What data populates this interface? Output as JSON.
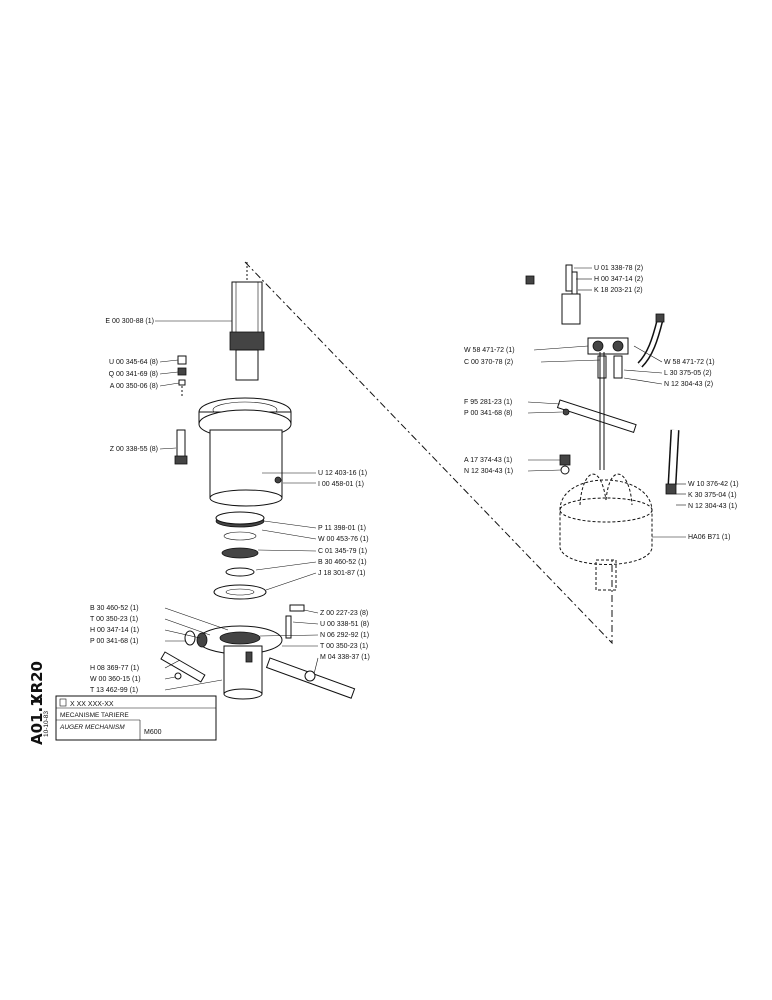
{
  "sheet": {
    "machine_code": "XR20",
    "page_ref": "A01.1",
    "date": "10-10-83",
    "part_number": "X XX XXX-XX",
    "title_fr": "MECANISME TARIERE",
    "title_en": "AUGER MECHANISM",
    "model": "M600"
  },
  "left_callouts": [
    "E 00 300-88 (1)",
    "U 00 345-64 (8)",
    "Q 00 341-69 (8)",
    "A 00 350-06 (8)",
    "Z 00 338-55 (8)",
    "U 12 403-16 (1)",
    "I 00 458-01 (1)",
    "P 11 398-01 (1)",
    "W 00 453-76 (1)",
    "C 01 345-79 (1)",
    "B 30 460-52 (1)",
    "J 18 301-87 (1)",
    "B 30 460-52 (1)",
    "T 00 350-23 (1)",
    "H 00 347-14 (1)",
    "P 00 341-68 (1)",
    "Z 00 227-23 (8)",
    "U 00 338-51 (8)",
    "N 06 292-92 (1)",
    "T 00 350-23 (1)",
    "M 04 338-37 (1)",
    "H 08 369-77 (1)",
    "W 00 360-15 (1)",
    "T 13 462-99 (1)"
  ],
  "right_callouts": [
    "U 01 338-78 (2)",
    "H 00 347-14 (2)",
    "K 18 203-21 (2)",
    "W 58 471-72 (1)",
    "C 00 370-78 (2)",
    "W 58 471-72 (1)",
    "L 30 375-05 (2)",
    "N 12 304-43 (2)",
    "F 95 281-23 (1)",
    "P 00 341-68 (8)",
    "A 17 374-43 (1)",
    "N 12 304-43 (1)",
    "W 10 376-42 (1)",
    "K 30 375-04 (1)",
    "N 12 304-43 (1)",
    "HA06 B71 (1)"
  ]
}
